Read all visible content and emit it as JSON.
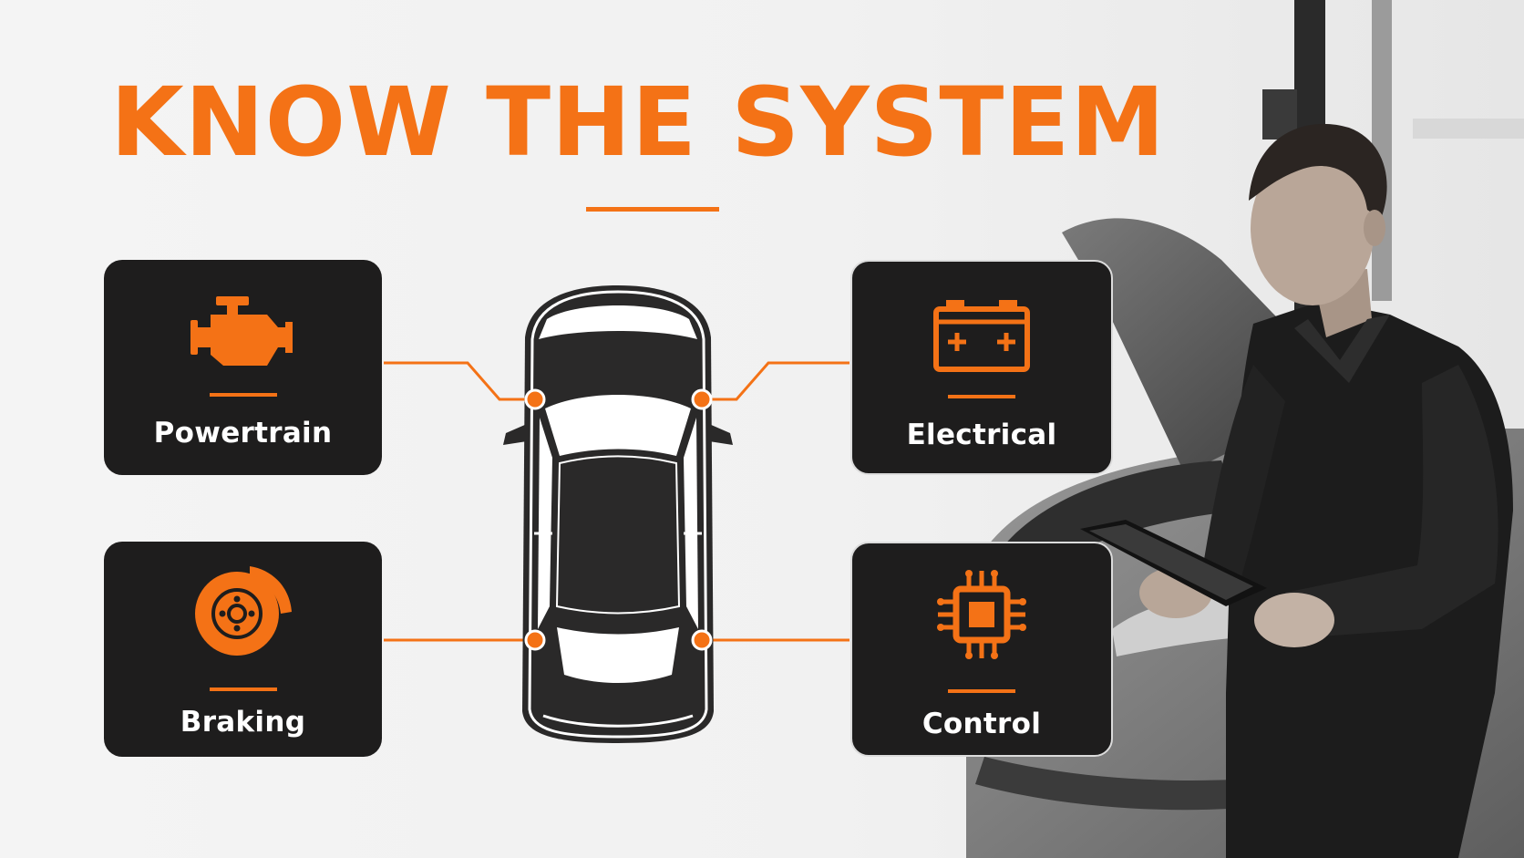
{
  "title": "KNOW THE SYSTEM",
  "colors": {
    "accent": "#f47216",
    "card": "#1e1d1d",
    "background": "#f1f1f1"
  },
  "cards": [
    {
      "label": "Powertrain",
      "icon": "engine-icon"
    },
    {
      "label": "Electrical",
      "icon": "battery-icon"
    },
    {
      "label": "Braking",
      "icon": "brake-disc-icon"
    },
    {
      "label": "Control",
      "icon": "chip-icon"
    }
  ],
  "illustrations": [
    "car-top-view",
    "mechanic-with-tablet",
    "car-open-hood"
  ]
}
